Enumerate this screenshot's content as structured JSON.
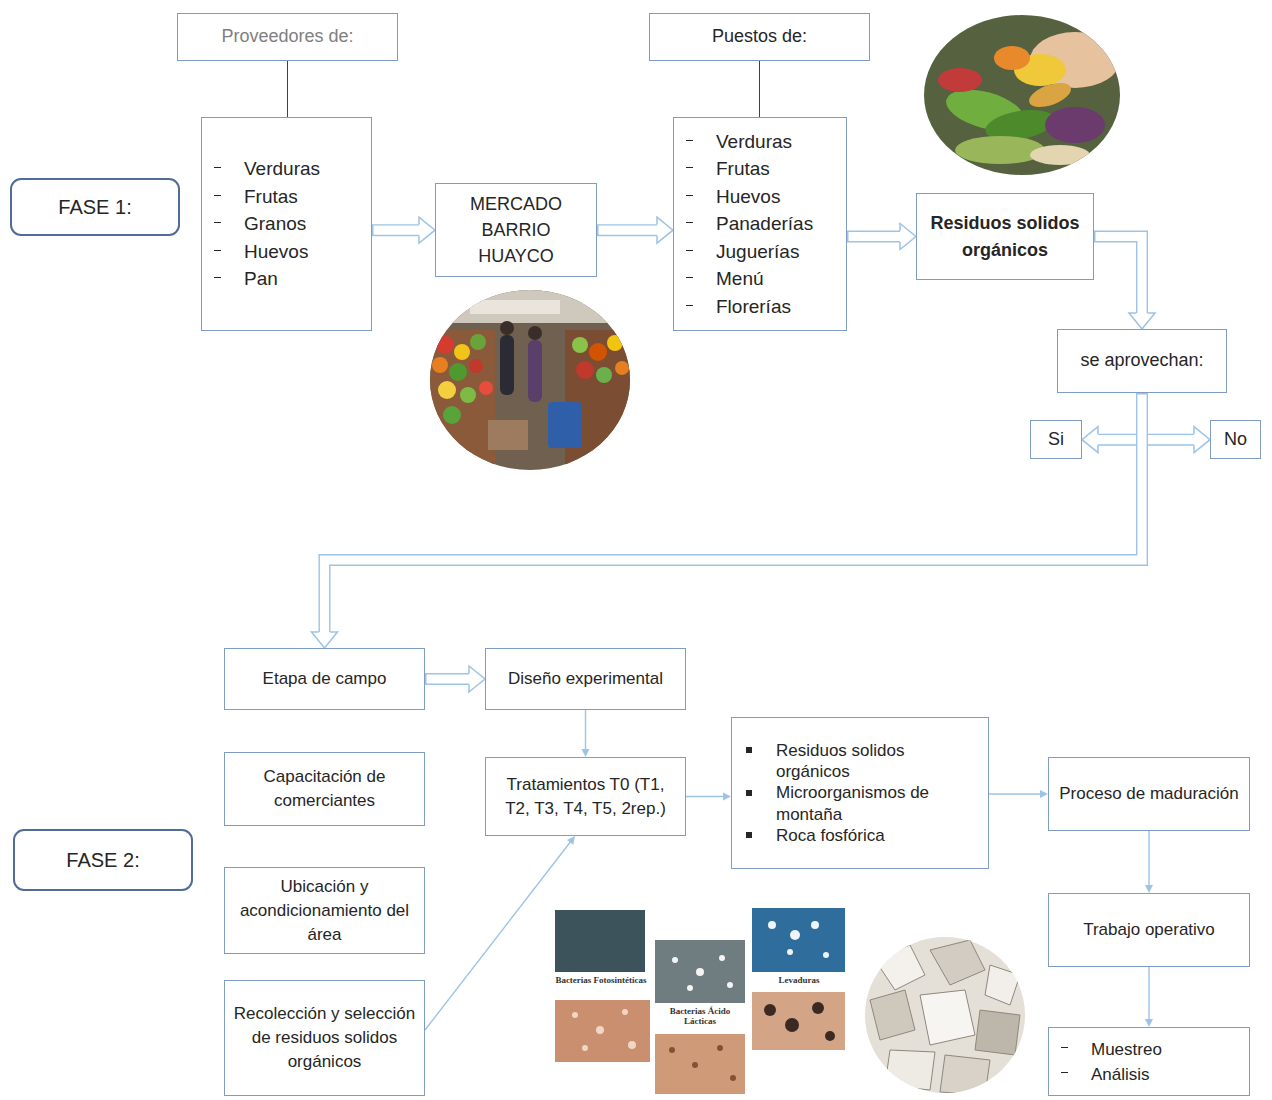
{
  "diagram": {
    "nodes": [
      {
        "text": [
          "FASE 1:"
        ]
      },
      {
        "text": [
          "Proveedores de:"
        ]
      },
      {
        "text": [
          "Verduras",
          "Frutas",
          "Granos",
          "Huevos",
          "Pan"
        ]
      },
      {
        "text": [
          "MERCADO BARRIO HUAYCO"
        ]
      },
      {
        "text": [
          "Puestos de:"
        ]
      },
      {
        "text": [
          "Verduras",
          "Frutas",
          "Huevos",
          "Panaderías",
          "Juguerías",
          "Menú",
          "Florerías"
        ]
      },
      {
        "text": [
          "Residuos solidos orgánicos"
        ]
      },
      {
        "text": [
          "se aprovechan:"
        ]
      },
      {
        "text": [
          "Si"
        ]
      },
      {
        "text": [
          "No"
        ]
      },
      {
        "text": [
          "FASE 2:"
        ]
      },
      {
        "text": [
          "Etapa de campo"
        ]
      },
      {
        "text": [
          "Diseño experimental"
        ]
      },
      {
        "text": [
          "Capacitación de comerciantes"
        ]
      },
      {
        "text": [
          "Tratamientos T0 (T1, T2, T3, T4, T5, 2rep.)"
        ]
      },
      {
        "text": [
          "Ubicación y acondicionamiento del área"
        ]
      },
      {
        "text": [
          "Residuos solidos orgánicos",
          "Microorganismos de montaña",
          "Roca fosfórica"
        ]
      },
      {
        "text": [
          "Proceso de maduración"
        ]
      },
      {
        "text": [
          "Recolección y selección de residuos solidos orgánicos"
        ]
      },
      {
        "text": [
          "Trabajo operativo"
        ]
      },
      {
        "text": [
          "Muestreo",
          "Análisis"
        ]
      }
    ],
    "edges": [
      {
        "from": 1,
        "to": 2,
        "arrow": "none"
      },
      {
        "from": 2,
        "to": 3,
        "arrow": "to"
      },
      {
        "from": 3,
        "to": 5,
        "arrow": "to"
      },
      {
        "from": 4,
        "to": 5,
        "arrow": "none"
      },
      {
        "from": 5,
        "to": 6,
        "arrow": "to"
      },
      {
        "from": 6,
        "to": 7,
        "arrow": "to"
      },
      {
        "from": 8,
        "to": 9,
        "arrow": "both"
      },
      {
        "from": 7,
        "to": 11,
        "arrow": "to"
      },
      {
        "from": 11,
        "to": 12,
        "arrow": "to"
      },
      {
        "from": 12,
        "to": 14,
        "arrow": "to"
      },
      {
        "from": 14,
        "to": 16,
        "arrow": "to"
      },
      {
        "from": 16,
        "to": 17,
        "arrow": "to"
      },
      {
        "from": 17,
        "to": 19,
        "arrow": "to"
      },
      {
        "from": 19,
        "to": 20,
        "arrow": "to"
      },
      {
        "from": 18,
        "to": 14,
        "arrow": "to"
      }
    ],
    "labels": [
      "Bacterias Fotosintéticas",
      "Bacterias Ácido Lácticas",
      "Levaduras"
    ]
  }
}
